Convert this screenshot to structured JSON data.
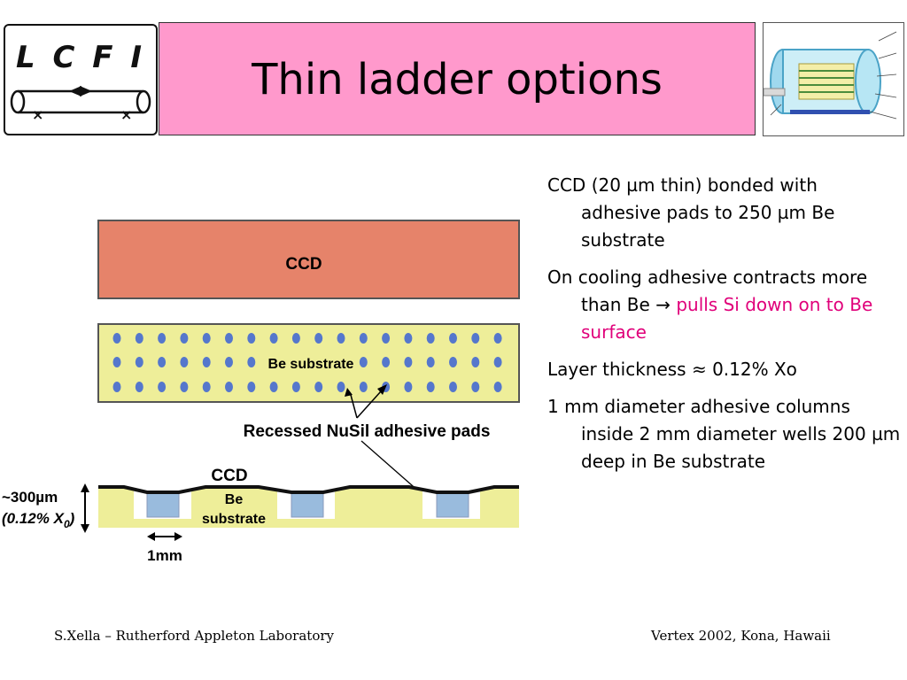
{
  "logo": {
    "text": "L C F I"
  },
  "title": "Thin ladder options",
  "diagram": {
    "ccd_top_label": "CCD",
    "be_substrate_label": "Be substrate",
    "pads_label": "Recessed NuSil adhesive pads",
    "ccd_cross_label": "CCD",
    "be_cross_label_1": "Be",
    "be_cross_label_2": "substrate",
    "thickness_label": "~300µm",
    "x0_label": "(0.12% X",
    "x0_sub": "0",
    "x0_close": ")",
    "scale_label": "1mm"
  },
  "bullets": {
    "b1": "CCD (20 µm thin) bonded with adhesive pads to 250 µm Be substrate",
    "b2_plain": "On cooling adhesive contracts more than Be ",
    "b2_arrow": "→",
    "b2_highlight": " pulls Si down on to Be surface",
    "b3": "Layer thickness ≈ 0.12% Xo",
    "b4": "1 mm diameter adhesive columns inside 2 mm diameter wells 200 µm deep in Be substrate"
  },
  "footer": {
    "left": "S.Xella – Rutherford Appleton Laboratory",
    "right": "Vertex 2002, Kona, Hawaii"
  },
  "colors": {
    "title_bg": "#ff99cc",
    "ccd": "#e6836a",
    "be": "#eeee99",
    "pad_dot": "#5577cc",
    "pad_fill": "#99bbdd",
    "highlight": "#e0007a"
  }
}
